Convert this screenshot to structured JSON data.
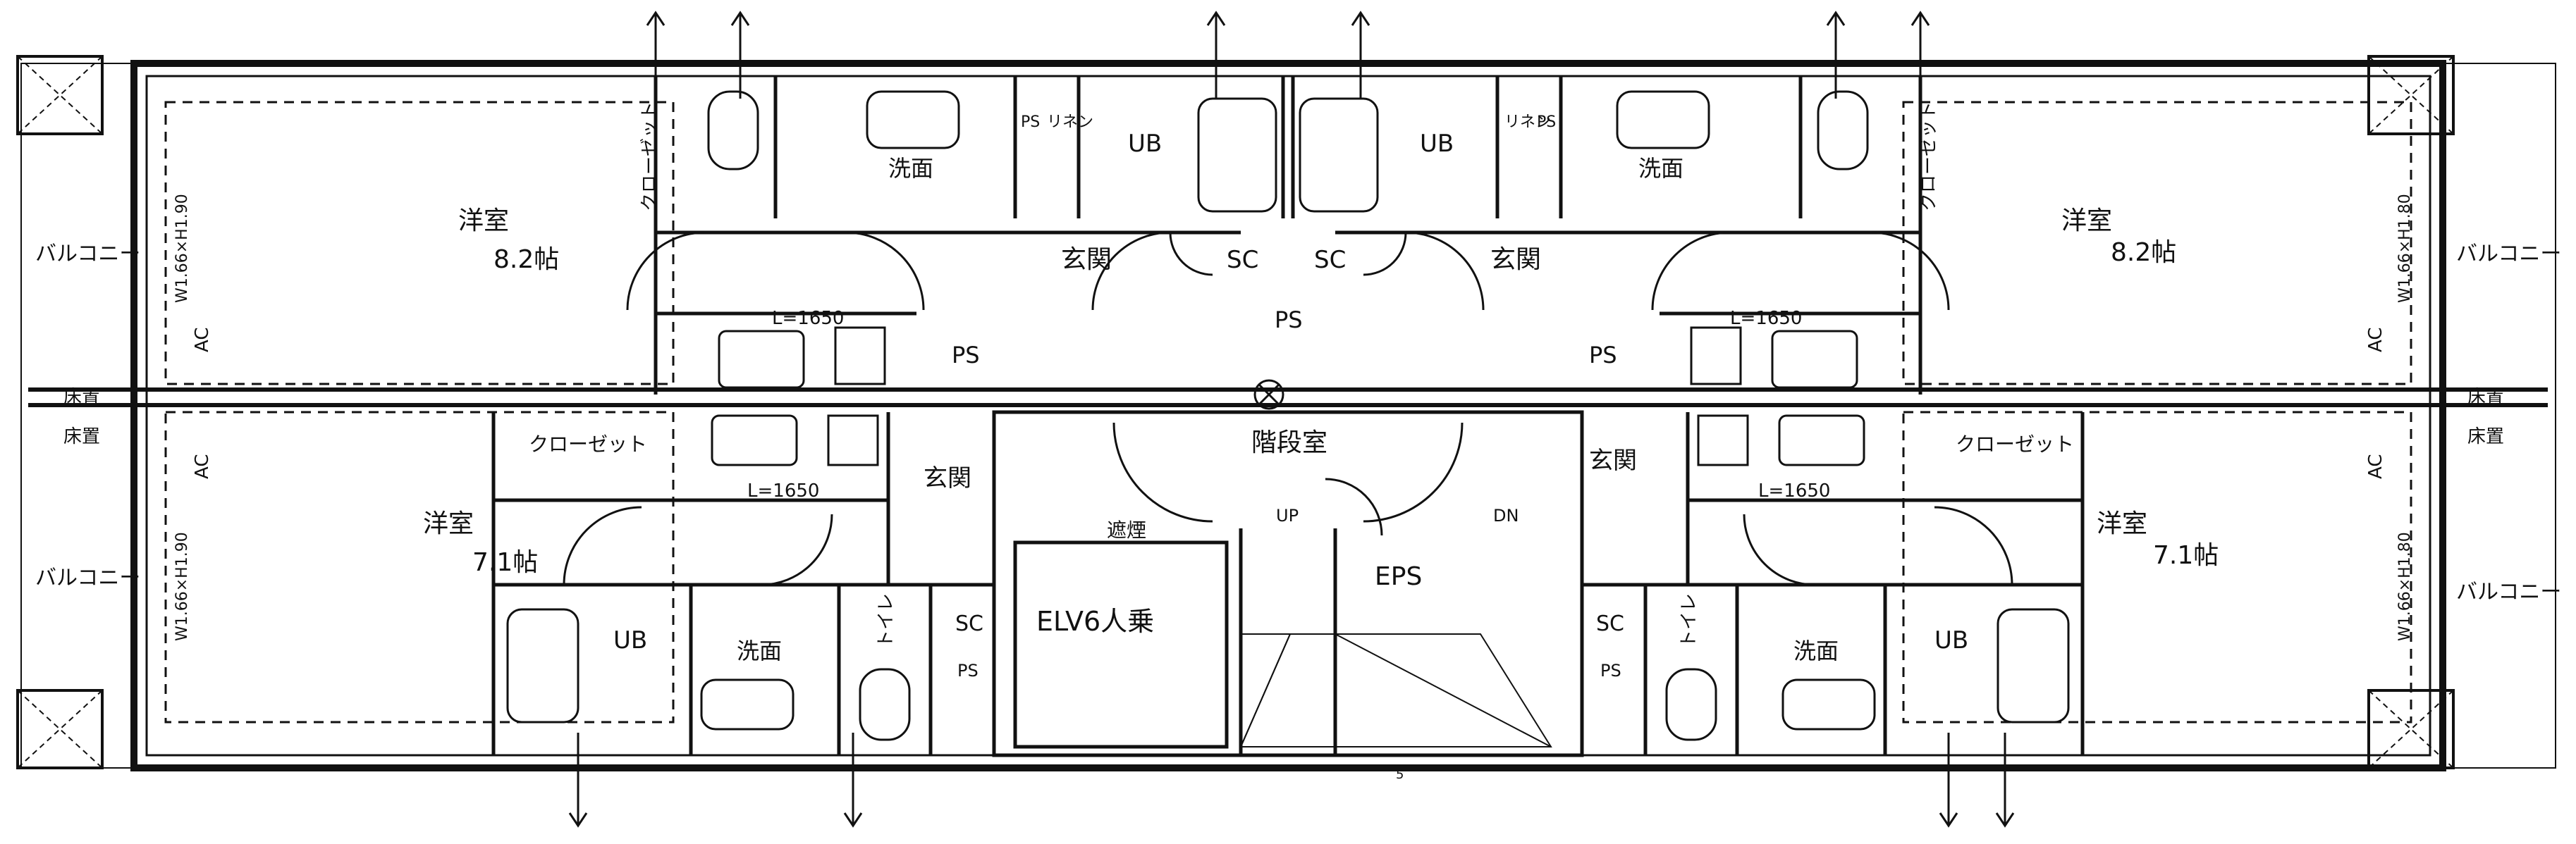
{
  "labels": {
    "room_western": "洋室",
    "size_upper_left": "8.2帖",
    "size_upper_right": "8.2帖",
    "size_lower_left": "7.1帖",
    "size_lower_right": "7.1帖",
    "balcony": "バルコニー",
    "window_upper_left": "W1.66×H1.90",
    "window_upper_right": "W1.66×H1.80",
    "window_lower_left": "W1.66×H1.90",
    "window_lower_right": "W1.66×H1.80",
    "closet": "クローゼット",
    "washroom": "洗面",
    "bath": "UB",
    "entrance": "玄関",
    "shoe_cabinet": "SC",
    "pipe_space": "PS",
    "linen": "リネン",
    "toilet": "トイレ",
    "kitchen_length": "L=1650",
    "floor_drain": "床置",
    "aircon": "AC",
    "stairwell": "階段室",
    "elevator": "ELV6人乗",
    "shield_wall": "遮煙",
    "up": "UP",
    "down": "DN",
    "eps": "EPS",
    "page_mark": "5"
  }
}
